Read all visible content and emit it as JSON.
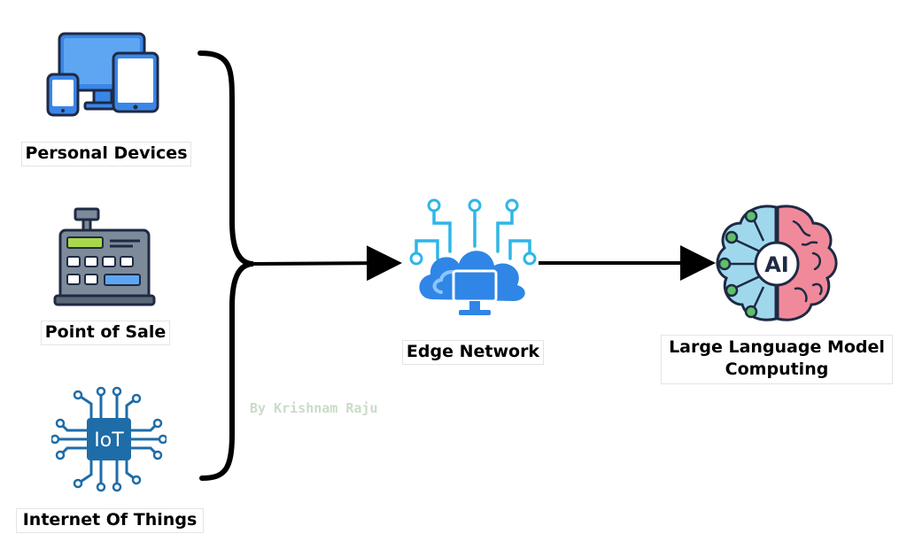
{
  "nodes": {
    "personal_devices": {
      "label": "Personal Devices",
      "icon": "devices-icon"
    },
    "point_of_sale": {
      "label": "Point of Sale",
      "icon": "cash-register-icon"
    },
    "iot": {
      "label": "Internet Of Things",
      "icon": "iot-chip-icon",
      "chip_text": "IoT"
    },
    "edge_network": {
      "label": "Edge Network",
      "icon": "cloud-network-icon"
    },
    "llm": {
      "label": "Large Language Model Computing",
      "icon": "ai-brain-icon",
      "chip_text": "AI"
    }
  },
  "watermark": "By Krishnam Raju",
  "colors": {
    "device_blue": "#3a86e8",
    "device_dark": "#1f2a44",
    "register_gray": "#7d8a99",
    "register_green": "#a8d84a",
    "iot_blue": "#1e6ca8",
    "cloud_blue": "#2f86e6",
    "cloud_cyan": "#2fb6e6",
    "brain_blue": "#9fd8ec",
    "brain_pink": "#f08a9a",
    "ai_green": "#5fbf6a",
    "line": "#000000"
  }
}
